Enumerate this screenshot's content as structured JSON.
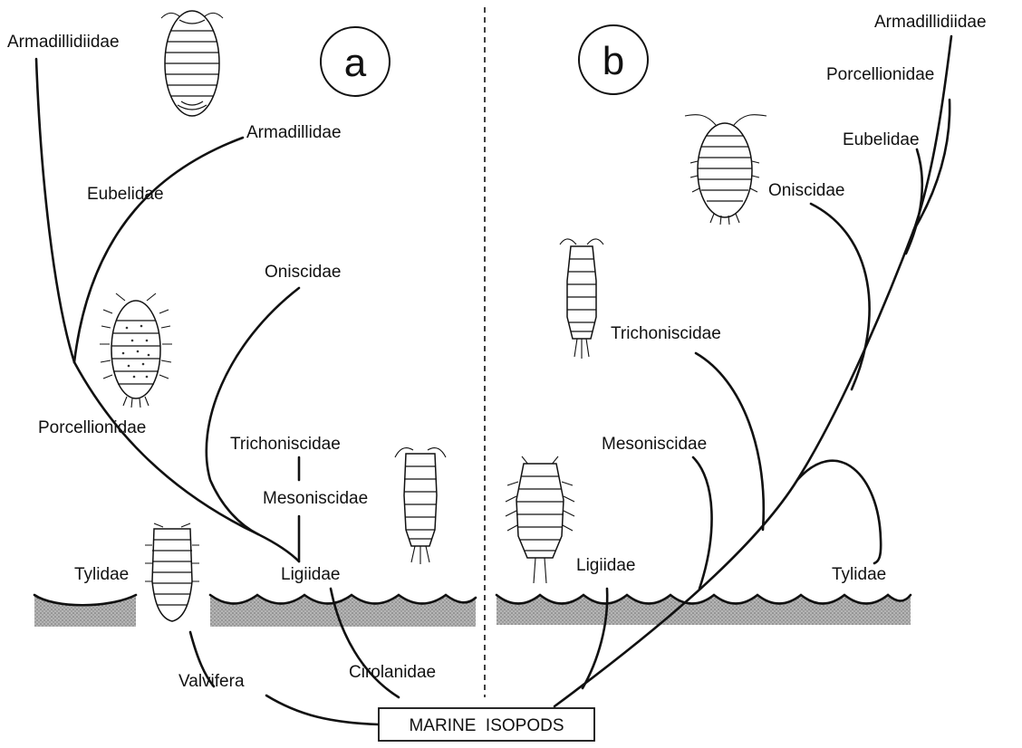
{
  "panels": {
    "a": {
      "letter": "a",
      "labels": {
        "armadillidiidae": "Armadillidiidae",
        "armadillidae": "Armadillidae",
        "eubelidae": "Eubelidae",
        "oniscidae": "Oniscidae",
        "porcellionidae": "Porcellionidae",
        "trichoniscidae": "Trichoniscidae",
        "mesoniscidae": "Mesoniscidae",
        "ligiidae": "Ligiidae",
        "tylidae": "Tylidae",
        "valvifera": "Valvifera",
        "cirolanidae": "Cirolanidae"
      }
    },
    "b": {
      "letter": "b",
      "labels": {
        "armadillidiidae": "Armadillidiidae",
        "porcellionidae": "Porcellionidae",
        "eubelidae": "Eubelidae",
        "oniscidae": "Oniscidae",
        "trichoniscidae": "Trichoniscidae",
        "mesoniscidae": "Mesoniscidae",
        "ligiidae": "Ligiidae",
        "tylidae": "Tylidae"
      }
    }
  },
  "root": {
    "label": "MARINE  ISOPODS"
  },
  "icons": [
    "armadillidiidae-isopod-icon",
    "porcellionidae-isopod-icon",
    "trichoniscidae-isopod-icon",
    "tylidae-isopod-icon",
    "oniscidae-isopod-icon",
    "ligiidae-isopod-icon"
  ],
  "colors": {
    "ink": "#111111",
    "sea": "#9a9a9a",
    "paper": "#ffffff"
  }
}
